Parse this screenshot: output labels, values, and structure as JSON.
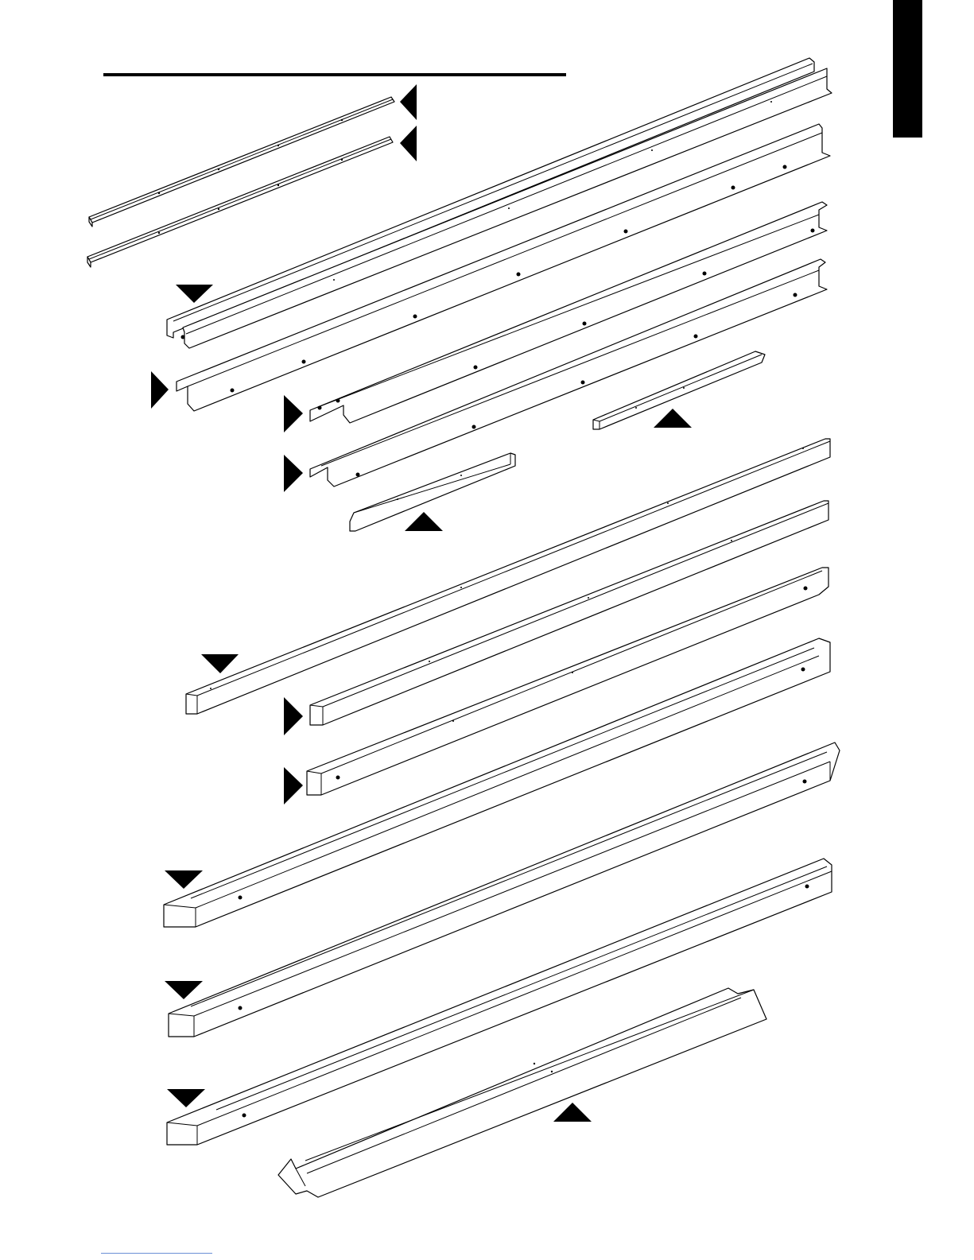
{
  "page": {
    "type": "assembly-parts-diagram",
    "colors": {
      "ink": "#000000",
      "paper": "#ffffff",
      "footer_link": "#6b8fd6"
    }
  },
  "header": {
    "rule": "section-rule",
    "tab": "section-tab"
  },
  "parts": [
    {
      "id": "short-angle-a",
      "shape": "angle-strip",
      "marker": "left"
    },
    {
      "id": "short-angle-b",
      "shape": "angle-strip",
      "marker": "left"
    },
    {
      "id": "long-channel-double",
      "shape": "double-channel",
      "marker": "down"
    },
    {
      "id": "long-channel-z",
      "shape": "z-channel",
      "marker": "right"
    },
    {
      "id": "channel-mid-a",
      "shape": "z-channel",
      "marker": "right"
    },
    {
      "id": "channel-mid-b",
      "shape": "z-channel",
      "marker": "right"
    },
    {
      "id": "short-box-right",
      "shape": "box-strip",
      "marker": "up"
    },
    {
      "id": "short-box-left",
      "shape": "box-strip",
      "marker": "up"
    },
    {
      "id": "square-tube-a",
      "shape": "square-tube",
      "marker": "down"
    },
    {
      "id": "square-tube-b",
      "shape": "square-tube",
      "marker": "right"
    },
    {
      "id": "square-tube-c",
      "shape": "square-tube",
      "marker": "right"
    },
    {
      "id": "large-profile-a",
      "shape": "box-profile",
      "marker": "down"
    },
    {
      "id": "large-profile-b",
      "shape": "box-profile",
      "marker": "down"
    },
    {
      "id": "large-profile-c",
      "shape": "box-profile",
      "marker": "down"
    },
    {
      "id": "ridge-profile",
      "shape": "ridge",
      "marker": "up"
    }
  ]
}
